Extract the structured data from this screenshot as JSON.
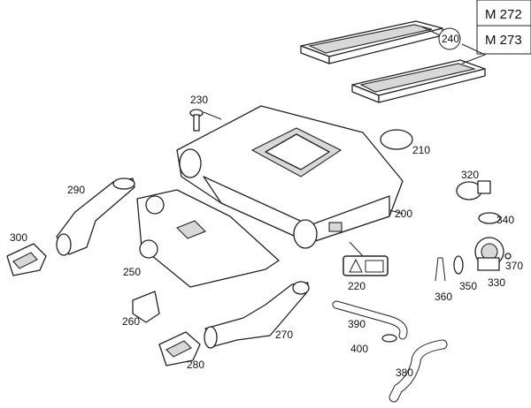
{
  "engine_table": [
    "M 272",
    "M 273"
  ],
  "callouts": {
    "p200": "200",
    "p210": "210",
    "p220": "220",
    "p230": "230",
    "p240": "240",
    "p250": "250",
    "p260": "260",
    "p270": "270",
    "p280": "280",
    "p290": "290",
    "p300": "300",
    "p320": "320",
    "p330": "330",
    "p340": "340",
    "p350": "350",
    "p360": "360",
    "p370": "370",
    "p380": "380",
    "p390": "390",
    "p400": "400"
  }
}
